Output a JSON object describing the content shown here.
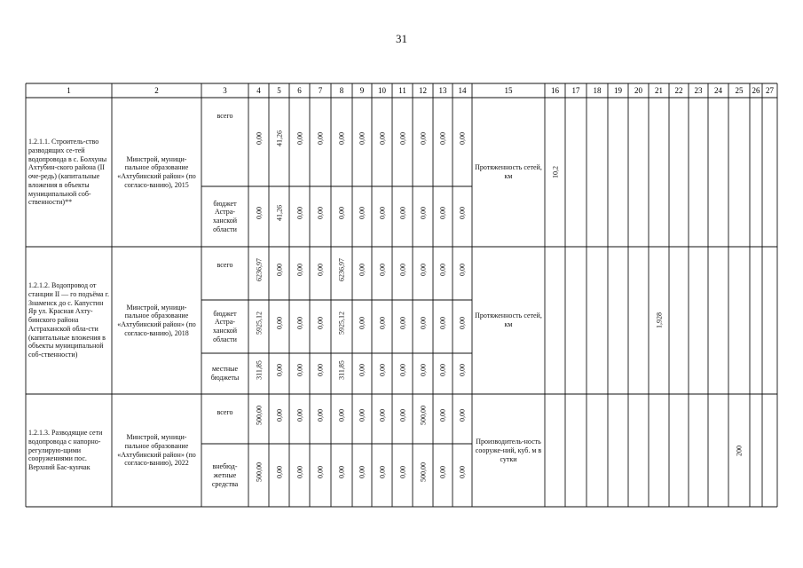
{
  "page_number": "31",
  "headers": [
    "1",
    "2",
    "3",
    "4",
    "5",
    "6",
    "7",
    "8",
    "9",
    "10",
    "11",
    "12",
    "13",
    "14",
    "15",
    "16",
    "17",
    "18",
    "19",
    "20",
    "21",
    "22",
    "23",
    "24",
    "25",
    "26",
    "27"
  ],
  "rows": [
    {
      "name": "1.2.1.1. Строитель-ство разводящих се-тей водопровода в с. Болхуны Ахтубин-ского района (II оче-редь) (капитальные вложения в объекты муниципальной соб-ственности)**",
      "org": "Минстрой, муници-пальное образование «Ахтубинский район» (по согласо-ванию), 2015",
      "indicator": "Протяженность сетей, км",
      "sub": [
        {
          "source": "всего",
          "values": [
            "0,00",
            "41,26",
            "0,00",
            "0,00",
            "0,00",
            "0,00",
            "0,00",
            "0,00",
            "0,00",
            "0,00",
            "0,00"
          ]
        },
        {
          "source": "бюджет Астра-ханской области",
          "values": [
            "0,00",
            "41,26",
            "0,00",
            "0,00",
            "0,00",
            "0,00",
            "0,00",
            "0,00",
            "0,00",
            "0,00",
            "0,00"
          ]
        }
      ],
      "target": {
        "column": "16",
        "value": "10,2"
      }
    },
    {
      "name": "1.2.1.2. Водопровод от станции II — го подъёма г. Знаменск до с. Капустин Яр ул. Красная Ахту-бинского района Астраханской обла-сти (капитальные вложения в объекты муниципальной соб-ственности)",
      "org": "Минстрой, муници-пальное образование «Ахтубинский район» (по согласо-ванию), 2018",
      "indicator": "Протяженность сетей, км",
      "sub": [
        {
          "source": "всего",
          "values": [
            "6236,97",
            "0,00",
            "0,00",
            "0,00",
            "6236,97",
            "0,00",
            "0,00",
            "0,00",
            "0,00",
            "0,00",
            "0,00"
          ]
        },
        {
          "source": "бюджет Астра-ханской области",
          "values": [
            "5925,12",
            "0,00",
            "0,00",
            "0,00",
            "5925,12",
            "0,00",
            "0,00",
            "0,00",
            "0,00",
            "0,00",
            "0,00"
          ]
        },
        {
          "source": "местные бюджеты",
          "values": [
            "311,85",
            "0,00",
            "0,00",
            "0,00",
            "311,85",
            "0,00",
            "0,00",
            "0,00",
            "0,00",
            "0,00",
            "0,00"
          ]
        }
      ],
      "target": {
        "column": "21",
        "value": "1,928"
      }
    },
    {
      "name": "1.2.1.3. Разводящие сети водопровода с напорно-регулирую-щими сооружениями пос. Верхний Бас-кунчак",
      "org": "Минстрой, муници-пальное образование «Ахтубинский район» (по согласо-ванию), 2022",
      "indicator": "Производитель-ность сооруже-ний, куб. м в сутки",
      "sub": [
        {
          "source": "всего",
          "values": [
            "500,00",
            "0,00",
            "0,00",
            "0,00",
            "0,00",
            "0,00",
            "0,00",
            "0,00",
            "500,00",
            "0,00",
            "0,00"
          ]
        },
        {
          "source": "внебюд-жетные средства",
          "values": [
            "500,00",
            "0,00",
            "0,00",
            "0,00",
            "0,00",
            "0,00",
            "0,00",
            "0,00",
            "500,00",
            "0,00",
            "0,00"
          ]
        }
      ],
      "target": {
        "column": "25",
        "value": "200"
      }
    }
  ]
}
